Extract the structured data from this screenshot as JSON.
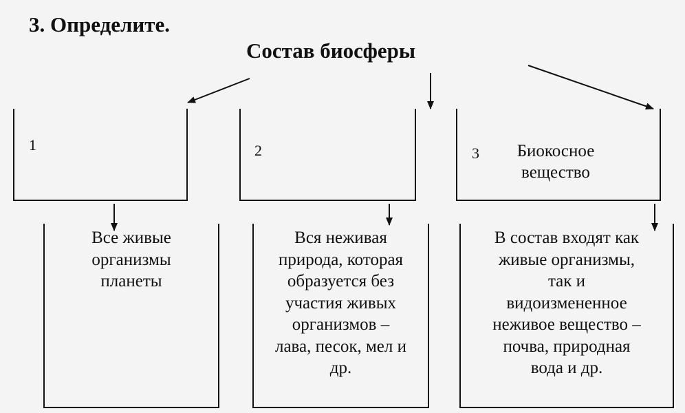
{
  "heading": "3. Определите.",
  "title": "Состав биосферы",
  "categories": [
    {
      "number": "1",
      "label": "",
      "description": [
        "Все живые",
        "организмы",
        "планеты"
      ]
    },
    {
      "number": "2",
      "label": "",
      "description": [
        "Вся неживая",
        "природа, которая",
        "образуется без",
        "участия живых",
        "организмов –",
        "лава, песок, мел и",
        "др."
      ]
    },
    {
      "number": "3",
      "label": "Биокосное\nвещество",
      "description": [
        "В состав входят как",
        "живые организмы,",
        "так и",
        "видоизмененное",
        "неживое вещество –",
        "почва, природная",
        "вода и др."
      ]
    }
  ],
  "colors": {
    "background": "#f4f4f4",
    "ink": "#111111"
  }
}
